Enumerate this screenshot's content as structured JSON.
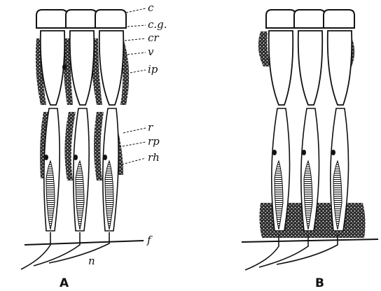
{
  "figure": {
    "panel_a_caption": "A",
    "panel_b_caption": "B",
    "labels": {
      "c": "c",
      "cg": "c.g.",
      "cr": "cr",
      "v": "v",
      "ip": "ip",
      "r": "r",
      "rp": "rp",
      "rh": "rh",
      "f": "f",
      "n": "n"
    },
    "colors": {
      "ink": "#111111",
      "paper": "#ffffff"
    }
  }
}
